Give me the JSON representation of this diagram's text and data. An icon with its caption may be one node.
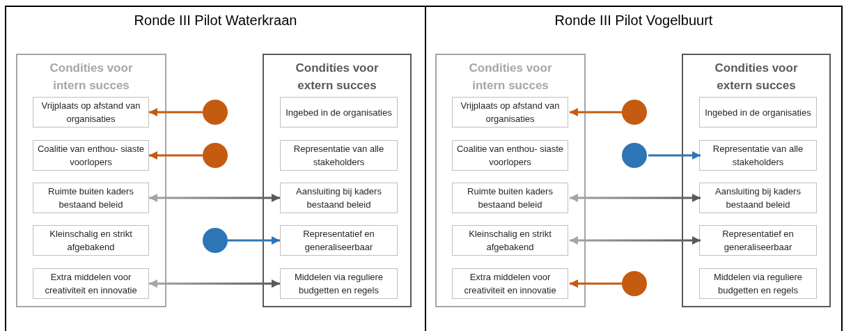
{
  "diagram": {
    "nodes": [
      {
        "text": [
          "Ronde III Pilot Waterkraan"
        ]
      },
      {
        "text": [
          "Condities voor intern succes"
        ],
        "in": 0
      },
      {
        "text": [
          "Vrijplaats op afstand van organisaties"
        ],
        "in": 1
      },
      {
        "text": [
          "Coalitie van enthou- siaste voorlopers"
        ],
        "in": 1
      },
      {
        "text": [
          "Ruimte buiten kaders bestaand beleid"
        ],
        "in": 1
      },
      {
        "text": [
          "Kleinschalig en strikt afgebakend"
        ],
        "in": 1
      },
      {
        "text": [
          "Extra middelen voor creativiteit en innovatie"
        ],
        "in": 1
      },
      {
        "text": [
          "Condities voor extern succes"
        ],
        "in": 0
      },
      {
        "text": [
          "Ingebed in de organisaties"
        ],
        "in": 7
      },
      {
        "text": [
          "Representatie van alle stakeholders"
        ],
        "in": 7
      },
      {
        "text": [
          "Aansluiting bij kaders bestaand beleid"
        ],
        "in": 7
      },
      {
        "text": [
          "Representatief en generaliseerbaar"
        ],
        "in": 7
      },
      {
        "text": [
          "Middelen via reguliere budgetten en regels"
        ],
        "in": 7
      },
      {
        "text": [],
        "shape": "circle",
        "in": 0
      },
      {
        "text": [],
        "shape": "circle",
        "in": 0
      },
      {
        "text": [],
        "shape": "circle",
        "in": 0
      },
      {
        "text": [
          "Ronde III Pilot Vogelbuurt"
        ]
      },
      {
        "text": [
          "Condities voor intern succes"
        ],
        "in": 16
      },
      {
        "text": [
          "Vrijplaats op afstand van organisaties"
        ],
        "in": 17
      },
      {
        "text": [
          "Coalitie van enthou- siaste voorlopers"
        ],
        "in": 17
      },
      {
        "text": [
          "Ruimte buiten kaders bestaand beleid"
        ],
        "in": 17
      },
      {
        "text": [
          "Kleinschalig en strikt afgebakend"
        ],
        "in": 17
      },
      {
        "text": [
          "Extra middelen voor creativiteit en innovatie"
        ],
        "in": 17
      },
      {
        "text": [
          "Condities voor extern succes"
        ],
        "in": 16
      },
      {
        "text": [
          "Ingebed in de organisaties"
        ],
        "in": 23
      },
      {
        "text": [
          "Representatie van alle stakeholders"
        ],
        "in": 23
      },
      {
        "text": [
          "Aansluiting bij kaders bestaand beleid"
        ],
        "in": 23
      },
      {
        "text": [
          "Representatief en generaliseerbaar"
        ],
        "in": 23
      },
      {
        "text": [
          "Middelen via reguliere budgetten en regels"
        ],
        "in": 23
      },
      {
        "text": [],
        "shape": "circle",
        "in": 16
      },
      {
        "text": [],
        "shape": "circle",
        "in": 16
      },
      {
        "text": [],
        "shape": "circle",
        "in": 16
      }
    ],
    "edges": [
      {
        "from": 13,
        "to": 2,
        "arrow": "to",
        "color": "#c55a11"
      },
      {
        "from": 14,
        "to": 3,
        "arrow": "to",
        "color": "#c55a11"
      },
      {
        "from": 4,
        "to": 10,
        "arrow": "both"
      },
      {
        "from": 15,
        "to": 11,
        "arrow": "to",
        "color": "#2e75b6"
      },
      {
        "from": 6,
        "to": 12,
        "arrow": "both"
      },
      {
        "from": 29,
        "to": 18,
        "arrow": "to",
        "color": "#c55a11"
      },
      {
        "from": 30,
        "to": 25,
        "arrow": "to",
        "color": "#2e75b6"
      },
      {
        "from": 20,
        "to": 26,
        "arrow": "both"
      },
      {
        "from": 21,
        "to": 27,
        "arrow": "both"
      },
      {
        "from": 31,
        "to": 22,
        "arrow": "to",
        "color": "#c55a11"
      }
    ]
  }
}
